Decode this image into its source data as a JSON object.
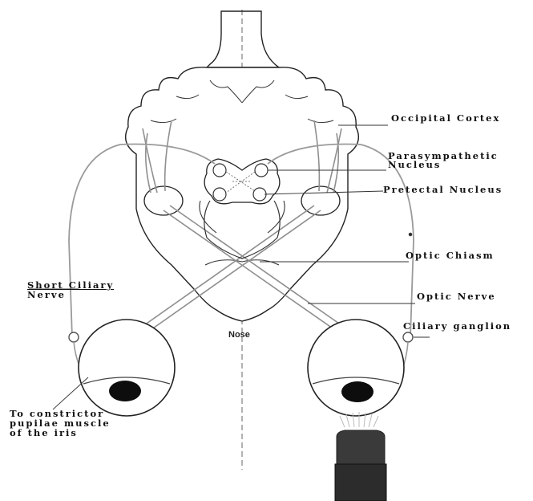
{
  "labels": {
    "occipital_cortex": "Occipital Cortex",
    "parasympathetic_nucleus": [
      "Parasympathetic",
      "Nucleus"
    ],
    "pretectal_nucleus": "Pretectal Nucleus",
    "optic_chiasm": "Optic Chiasm",
    "short_ciliary_nerve": [
      "Short Ciliary",
      "Nerve"
    ],
    "optic_nerve": "Optic Nerve",
    "ciliary_ganglion": "Ciliary ganglion",
    "nose": "Nose",
    "constrictor": [
      "To constrictor",
      "pupilae muscle",
      "of the iris"
    ]
  },
  "colors": {
    "outline": "#2a2a2a",
    "pathway": "#9a9a9a",
    "pupil": "#0d0d0d",
    "light_source": "#3a3a3a"
  }
}
